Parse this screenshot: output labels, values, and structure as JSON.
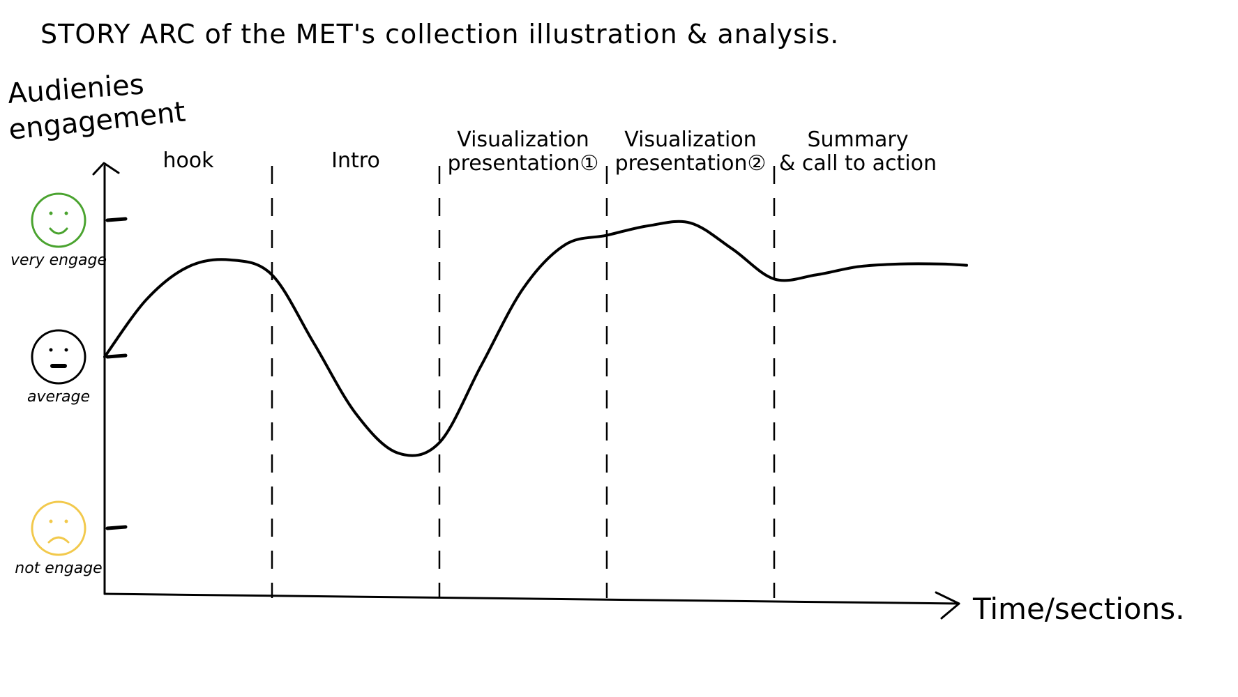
{
  "chart_data": {
    "type": "line",
    "title": "STORY ARC of the MET's collection illustration & analysis.",
    "xlabel": "Time/sections.",
    "ylabel_lines": [
      "Audienies",
      "engagement"
    ],
    "sections": [
      "hook",
      "Intro",
      "Visualization presentation①",
      "Visualization presentation②",
      "Summary & call to action"
    ],
    "levels": [
      {
        "name": "very engage",
        "value": 1,
        "color": "#8cc63f",
        "face": "happy",
        "face_color": "#4aa32f"
      },
      {
        "name": "average",
        "value": 0,
        "color": "#000000",
        "face": "neutral",
        "face_color": "#000000"
      },
      {
        "name": "not engage",
        "value": -1,
        "color": "#f2c94c",
        "face": "sad",
        "face_color": "#f2c94c"
      }
    ],
    "ylim": [
      -1.2,
      1.3
    ],
    "xlim": [
      0,
      5.25
    ],
    "series": [
      {
        "x": [
          0,
          0.25,
          0.5,
          0.75,
          1.0,
          1.25,
          1.5,
          1.75,
          2.0,
          2.25,
          2.5,
          2.75,
          3.0,
          3.25,
          3.5,
          3.75,
          4.0,
          4.25,
          4.5,
          4.75,
          5.0,
          5.15
        ],
        "y": [
          0,
          0.42,
          0.66,
          0.71,
          0.6,
          0.1,
          -0.33,
          -0.56,
          -0.5,
          -0.05,
          0.5,
          0.82,
          0.89,
          0.96,
          0.98,
          0.79,
          0.57,
          0.6,
          0.66,
          0.68,
          0.68,
          0.67
        ]
      }
    ],
    "grid": false
  }
}
